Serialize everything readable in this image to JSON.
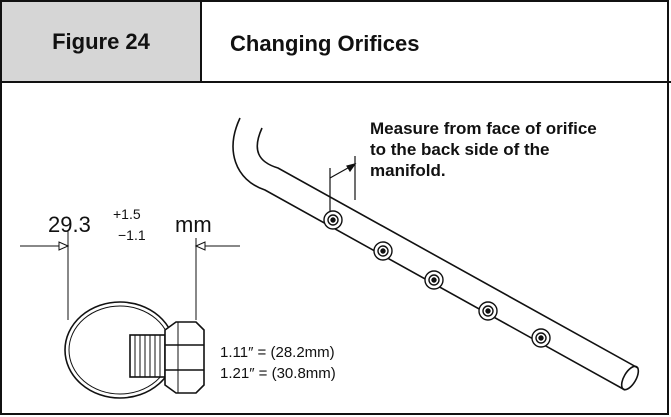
{
  "figure": {
    "label": "Figure 24",
    "title": "Changing Orifices"
  },
  "callout": {
    "line1": "Measure from face of orifice",
    "line2": "to the back side of the",
    "line3": "manifold."
  },
  "dimension": {
    "value": "29.3",
    "tol_plus": "+1.5",
    "tol_minus": "−1.1",
    "unit": "mm"
  },
  "sizes": {
    "line1": "1.11″ = (28.2mm)",
    "line2": "1.21″ = (30.8mm)"
  }
}
